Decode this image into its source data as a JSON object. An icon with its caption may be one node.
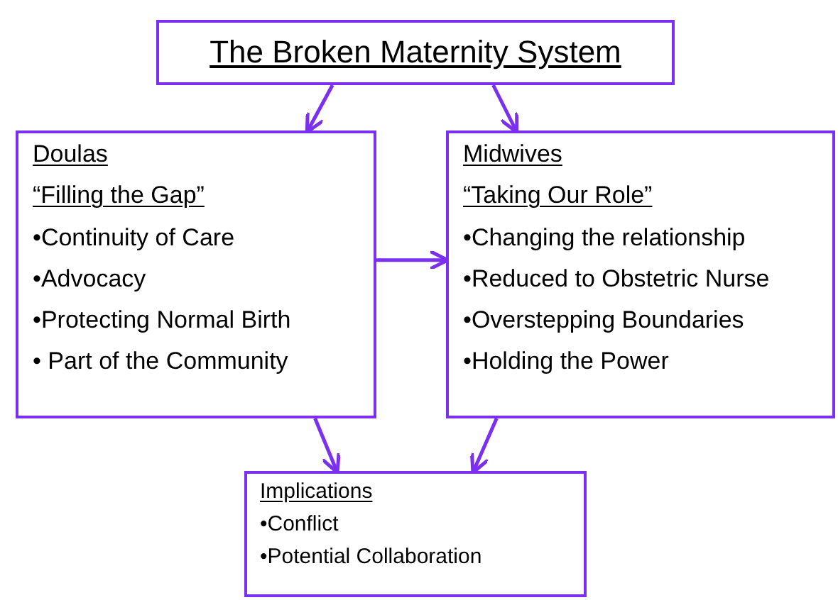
{
  "diagram": {
    "nodes": [
      {
        "text": [
          "The Broken Maternity System"
        ]
      },
      {
        "text": [
          "Doulas",
          "“Filling the Gap”",
          "•Continuity of Care",
          "•Advocacy",
          "•Protecting Normal Birth",
          "• Part of the Community"
        ]
      },
      {
        "text": [
          "Midwives",
          "“Taking Our Role”",
          "•Changing the relationship",
          "•Reduced to Obstetric Nurse",
          "•Overstepping Boundaries",
          "•Holding the Power"
        ]
      },
      {
        "text": [
          "Implications",
          "•Conflict",
          "•Potential Collaboration"
        ]
      }
    ],
    "edges": [
      {
        "from": 0,
        "to": 1,
        "arrow": "to"
      },
      {
        "from": 0,
        "to": 2,
        "arrow": "to"
      },
      {
        "from": 1,
        "to": 2,
        "arrow": "to"
      },
      {
        "from": 1,
        "to": 3,
        "arrow": "to"
      },
      {
        "from": 2,
        "to": 3,
        "arrow": "to"
      }
    ]
  }
}
